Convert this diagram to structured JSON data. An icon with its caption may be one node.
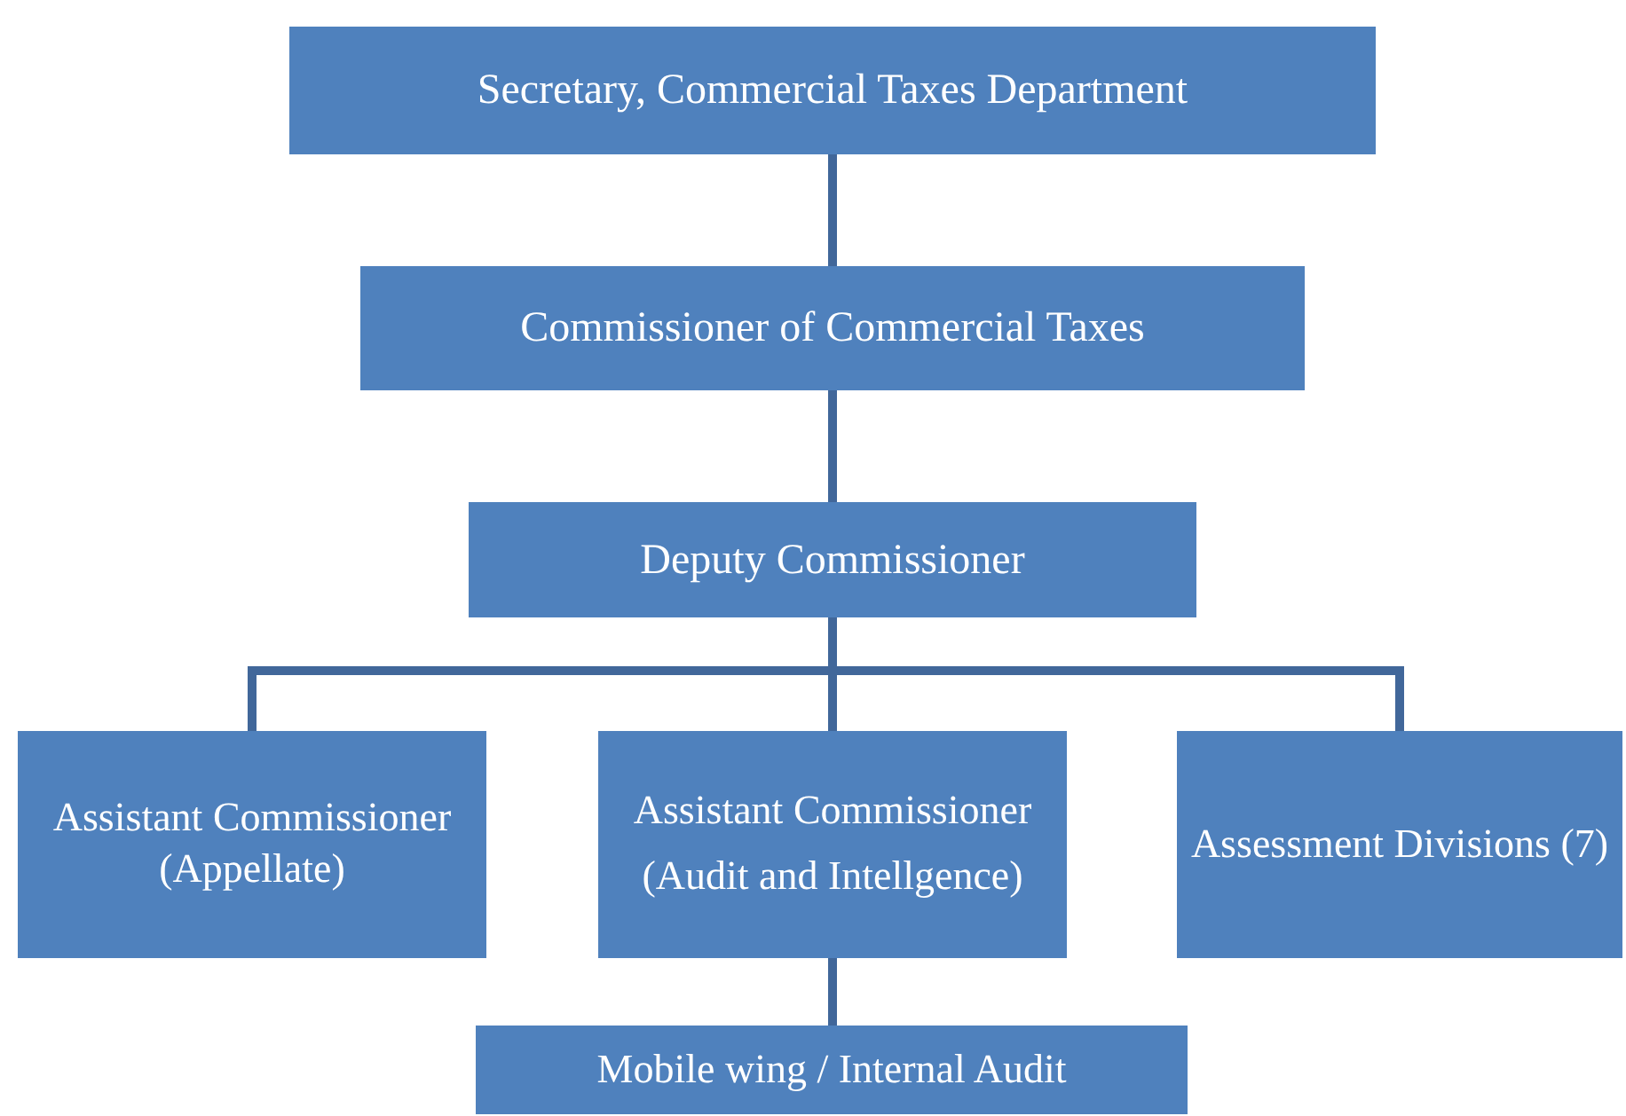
{
  "diagram": {
    "nodes": [
      {
        "text": [
          "Secretary, Commercial Taxes Department"
        ]
      },
      {
        "text": [
          "Commissioner of Commercial Taxes"
        ]
      },
      {
        "text": [
          "Deputy Commissioner"
        ]
      },
      {
        "text": [
          "Assistant Commissioner (Appellate)"
        ]
      },
      {
        "text": [
          "Assistant Commissioner",
          "(Audit and Intellgence)"
        ]
      },
      {
        "text": [
          "Assessment Divisions (7)"
        ]
      },
      {
        "text": [
          "Mobile wing / Internal Audit"
        ]
      }
    ],
    "edges": [
      {
        "from": 0,
        "to": 1,
        "arrow": "none"
      },
      {
        "from": 1,
        "to": 2,
        "arrow": "none"
      },
      {
        "from": 2,
        "to": 3,
        "arrow": "none"
      },
      {
        "from": 2,
        "to": 4,
        "arrow": "none"
      },
      {
        "from": 2,
        "to": 5,
        "arrow": "none"
      },
      {
        "from": 4,
        "to": 6,
        "arrow": "none"
      }
    ]
  }
}
